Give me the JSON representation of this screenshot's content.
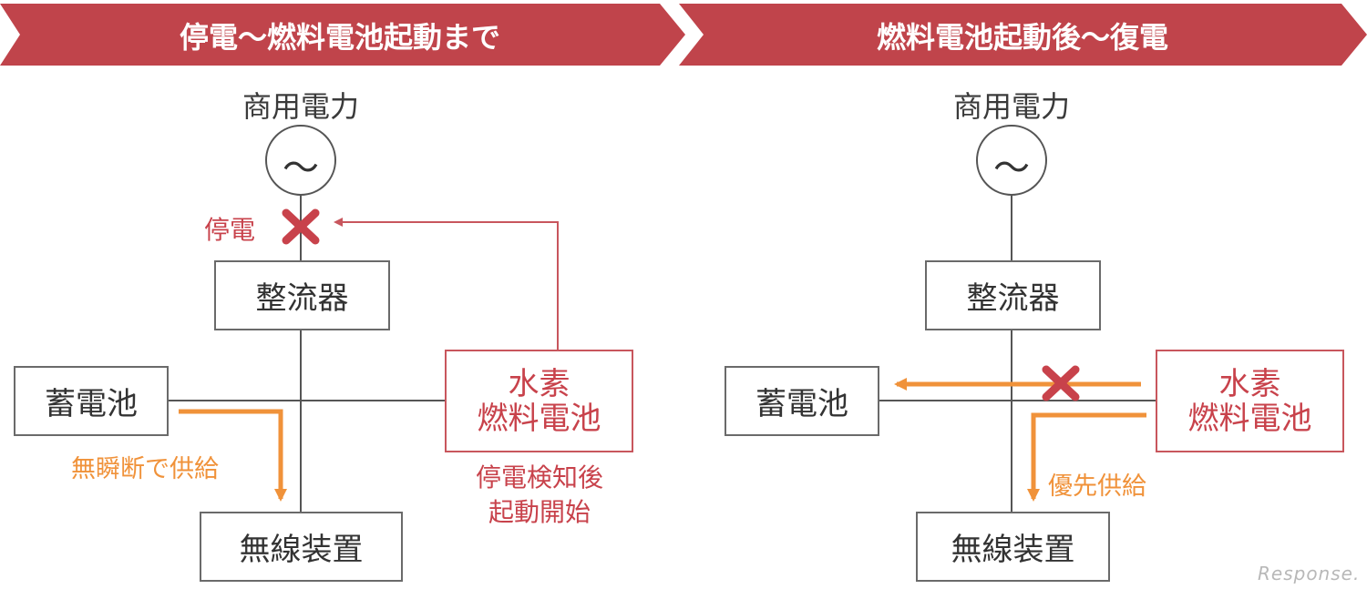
{
  "panels": [
    {
      "banner": "停電～燃料電池起動まで",
      "source": "商用電力",
      "ac_symbol": "～",
      "outage_label": "停電",
      "rectifier": "整流器",
      "battery": "蓄電池",
      "fuel_cell": [
        "水素",
        "燃料電池"
      ],
      "radio": "無線装置",
      "supply_label": "無瞬断で供給",
      "startup_note": [
        "停電検知後",
        "起動開始"
      ]
    },
    {
      "banner": "燃料電池起動後～復電",
      "source": "商用電力",
      "ac_symbol": "～",
      "rectifier": "整流器",
      "battery": "蓄電池",
      "fuel_cell": [
        "水素",
        "燃料電池"
      ],
      "radio": "無線装置",
      "priority_label": "優先供給"
    }
  ],
  "watermark": "Response.",
  "colors": {
    "banner": "#c0444b",
    "fault_red": "#c8424b",
    "supply_orange": "#f0923a",
    "line": "#555555",
    "box_border": "#6a6a6a"
  }
}
